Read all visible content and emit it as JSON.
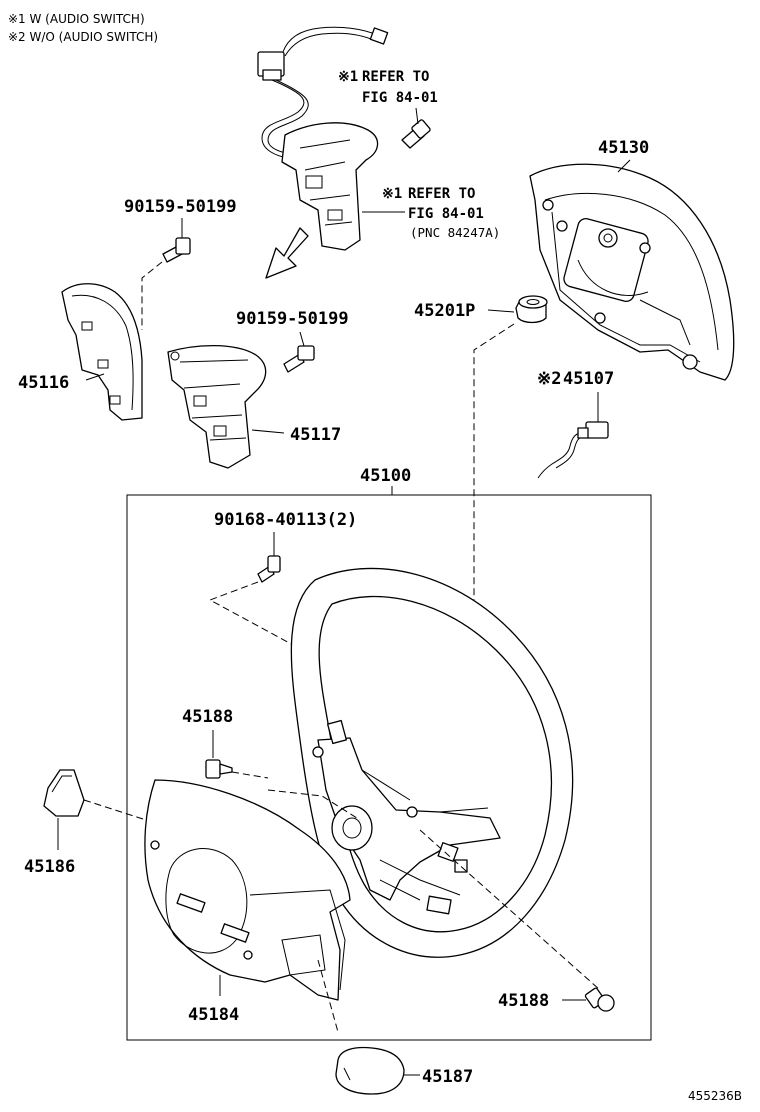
{
  "notes": {
    "note1": "※1  W (AUDIO SWITCH)",
    "note2": "※2  W/O (AUDIO SWITCH)"
  },
  "references": {
    "ref1_mark": "※1",
    "ref1_line1": "REFER TO",
    "ref1_line2": "FIG 84-01",
    "ref2_mark": "※1",
    "ref2_line1": "REFER TO",
    "ref2_line2": "FIG 84-01",
    "ref2_line3": "(PNC 84247A)"
  },
  "parts": {
    "p45130": "45130",
    "p90159_a": "90159-50199",
    "p90159_b": "90159-50199",
    "p45201P": "45201P",
    "p45116": "45116",
    "p45117": "45117",
    "p45107_mark": "※2",
    "p45107": "45107",
    "p45100": "45100",
    "p90168": "90168-40113(2)",
    "p45188_a": "45188",
    "p45186": "45186",
    "p45188_b": "45188",
    "p45184": "45184",
    "p45187": "45187"
  },
  "figure_id": "455236B"
}
